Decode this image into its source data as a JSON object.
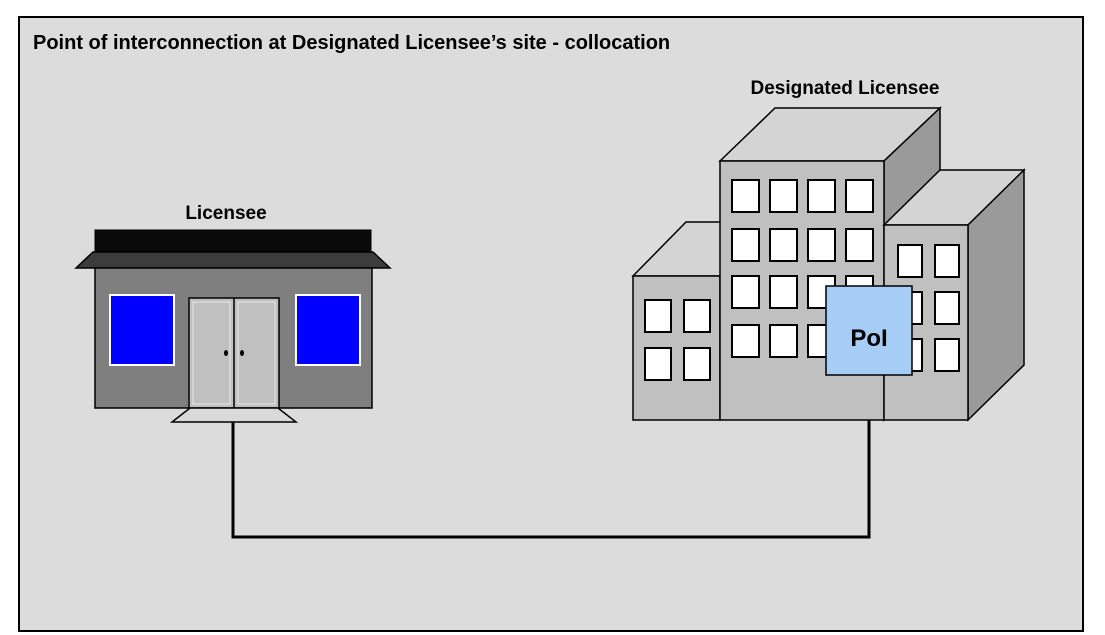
{
  "diagram": {
    "title": "Point of interconnection at Designated Licensee’s site - collocation",
    "left_site": {
      "label": "Licensee"
    },
    "right_site": {
      "label": "Designated Licensee"
    },
    "poi": {
      "label": "PoI",
      "fill": "#a6cdf5"
    },
    "colors": {
      "background": "#dcdcdc",
      "licensee_wall": "#7f7f7f",
      "licensee_window": "#0000ff",
      "building_front": "#c0c0c0",
      "building_side": "#9a9a9a"
    }
  }
}
